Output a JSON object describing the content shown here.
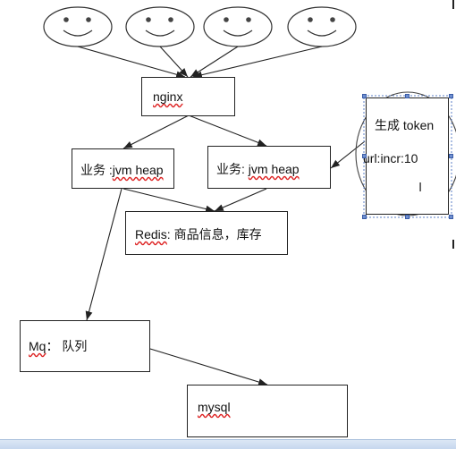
{
  "diagram": {
    "nginx": {
      "label": "nginx"
    },
    "service_left": {
      "prefix": "业务 :",
      "label": "jvm heap"
    },
    "service_right": {
      "prefix": "业务: ",
      "label": "jvm heap"
    },
    "redis": {
      "label": "Redis",
      "suffix": ": 商品信息，库存"
    },
    "mq": {
      "label": "Mq",
      "suffix": "：  队列"
    },
    "mysql": {
      "label": "mysql"
    },
    "token_box": {
      "line1": "生成 token",
      "line2": "url:incr:10"
    }
  },
  "colors": {
    "line": "#222222",
    "selection": "#5b7fc7",
    "handle": "#6f8fcf",
    "squiggle": "#dd2222",
    "statusbar": "#c6d7ee"
  },
  "icons": {
    "faces": "smiley-face-icon",
    "cursor": "text-cursor-icon"
  }
}
